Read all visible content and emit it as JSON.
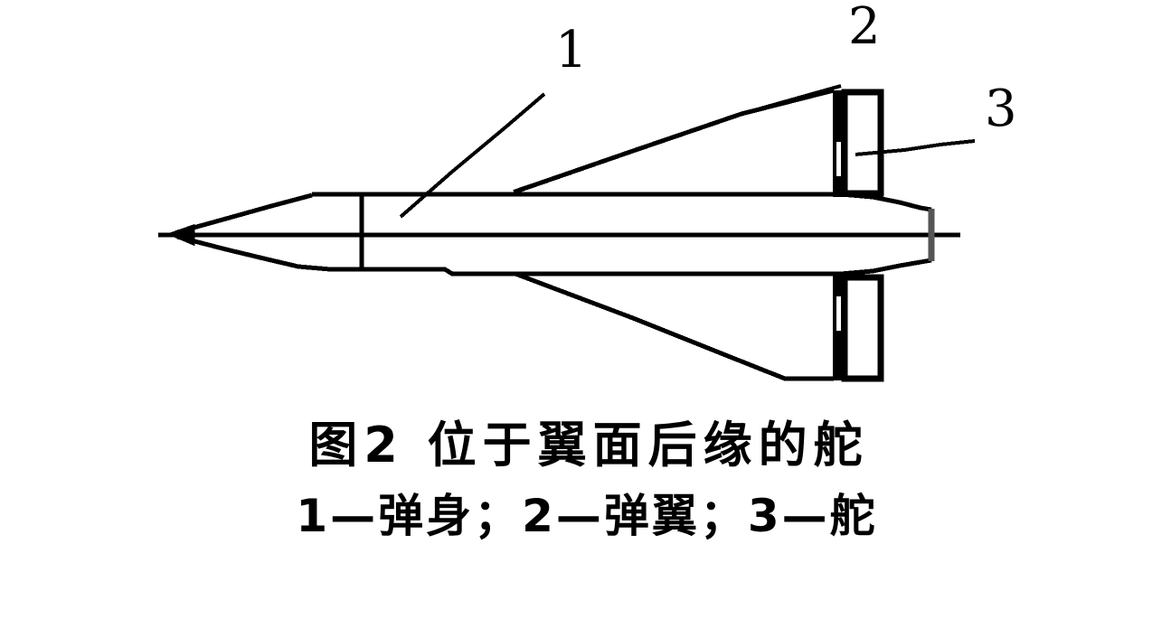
{
  "figure": {
    "caption_title": "图2 位于翼面后缘的舵",
    "caption_legend": "1—弹身；2—弹翼；3—舵",
    "callouts": [
      {
        "id": "1",
        "label": "1",
        "refers_to": "弹身",
        "refers_to_en": "missile body"
      },
      {
        "id": "2",
        "label": "2",
        "refers_to": "弹翼",
        "refers_to_en": "missile wing"
      },
      {
        "id": "3",
        "label": "3",
        "refers_to": "舵",
        "refers_to_en": "rudder / control surface"
      }
    ],
    "colors": {
      "ink": "#000000",
      "background": "#ffffff"
    },
    "drawing": {
      "view": "plan view of a cruciform-wing missile with trailing-edge rudders",
      "parts": [
        "nose cone",
        "fuselage / body",
        "delta wing upper",
        "delta wing lower",
        "rudder upper",
        "rudder lower",
        "tail nozzle",
        "centerline axis"
      ]
    }
  }
}
